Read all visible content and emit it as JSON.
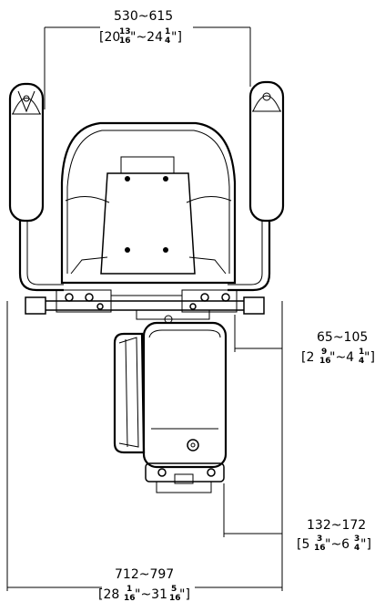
{
  "dimensions": {
    "top_width": {
      "metric": "530~615",
      "imperial_open": "[20",
      "imperial_frac1_num": "13",
      "imperial_frac1_den": "16",
      "imperial_mid": "\"~24",
      "imperial_frac2_num": "1",
      "imperial_frac2_den": "4",
      "imperial_close": "\"]"
    },
    "side_offset": {
      "metric": "65~105",
      "imperial_open": "[2",
      "imperial_frac1_num": "9",
      "imperial_frac1_den": "16",
      "imperial_mid": "\"~4",
      "imperial_frac2_num": "1",
      "imperial_frac2_den": "4",
      "imperial_close": "\"]"
    },
    "lower_offset": {
      "metric": "132~172",
      "imperial_open": "[5",
      "imperial_frac1_num": "3",
      "imperial_frac1_den": "16",
      "imperial_mid": "\"~6",
      "imperial_frac2_num": "3",
      "imperial_frac2_den": "4",
      "imperial_close": "\"]"
    },
    "overall_width": {
      "metric": "712~797",
      "imperial_open": "[28",
      "imperial_frac1_num": "1",
      "imperial_frac1_den": "16",
      "imperial_mid": "\"~31",
      "imperial_frac2_num": "5",
      "imperial_frac2_den": "16",
      "imperial_close": "\"]"
    }
  }
}
